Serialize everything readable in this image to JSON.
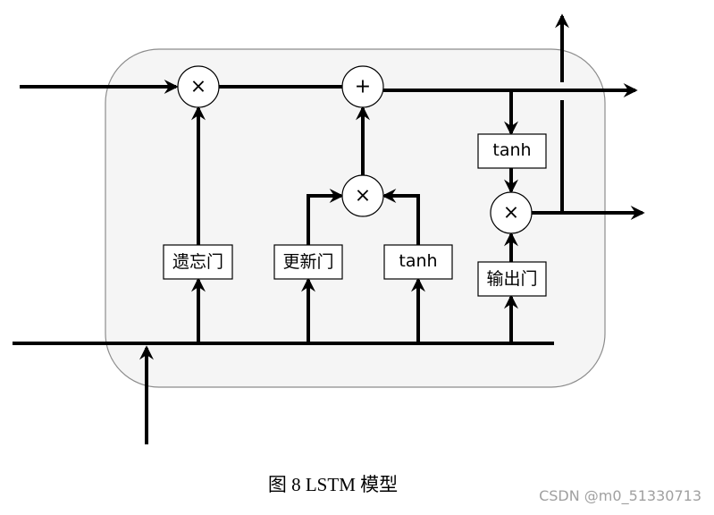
{
  "diagram": {
    "gates": {
      "forget": "遗忘门",
      "update": "更新门",
      "candidate": "tanh",
      "output": "输出门",
      "cell_tanh": "tanh"
    },
    "operators": {
      "forget_multiply": "×",
      "add": "+",
      "update_multiply": "×",
      "output_multiply": "×"
    },
    "colors": {
      "cell_fill": "#f5f5f5",
      "cell_border": "#8c8c8c",
      "line": "#000000"
    }
  },
  "caption": "图  8 LSTM 模型",
  "watermark": "CSDN @m0_51330713"
}
